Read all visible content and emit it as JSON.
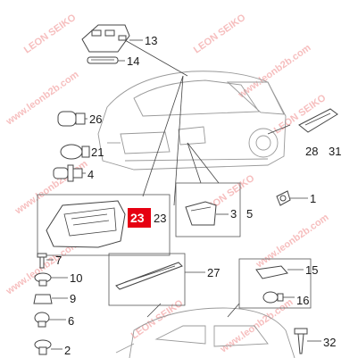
{
  "watermarks": {
    "brand": "LEON SEIKO",
    "site": "www.leonb2b.com"
  },
  "callouts": {
    "p1": "1",
    "p2": "2",
    "p3": "3",
    "p4": "4",
    "p5": "5",
    "p6": "6",
    "p7": "7",
    "p9": "9",
    "p10": "10",
    "p13": "13",
    "p14": "14",
    "p15": "15",
    "p16": "16",
    "p21": "21",
    "p23": "23",
    "p23_highlight": "23",
    "p26": "26",
    "p27": "27",
    "p28": "28",
    "p31": "31",
    "p32": "32"
  },
  "colors": {
    "highlight": "#e60012",
    "watermark": "#f08a8a",
    "line": "#444444"
  }
}
